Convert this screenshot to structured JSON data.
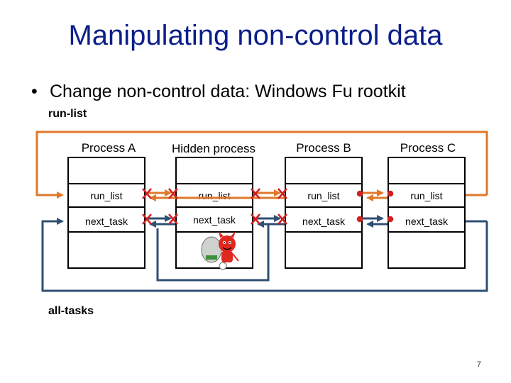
{
  "title": "Manipulating non-control data",
  "bullet": "Change non-control data: Windows Fu rootkit",
  "labels": {
    "run_list": "run-list",
    "all_tasks": "all-tasks"
  },
  "processes": [
    {
      "name": "Process A",
      "run_field": "run_list",
      "next_field": "next_task"
    },
    {
      "name": "Hidden process",
      "run_field": "run_list",
      "next_field": "next_task"
    },
    {
      "name": "Process B",
      "run_field": "run_list",
      "next_field": "next_task"
    },
    {
      "name": "Process C",
      "run_field": "run_list",
      "next_field": "next_task"
    }
  ],
  "page_number": "7",
  "colors": {
    "title": "#0b1f8a",
    "run_list_arrow": "#e0782a",
    "all_tasks_arrow": "#2f4f73",
    "broken_link_marker": "#d21f1f"
  },
  "icons": {
    "rootkit": "devil-mascot-icon"
  }
}
